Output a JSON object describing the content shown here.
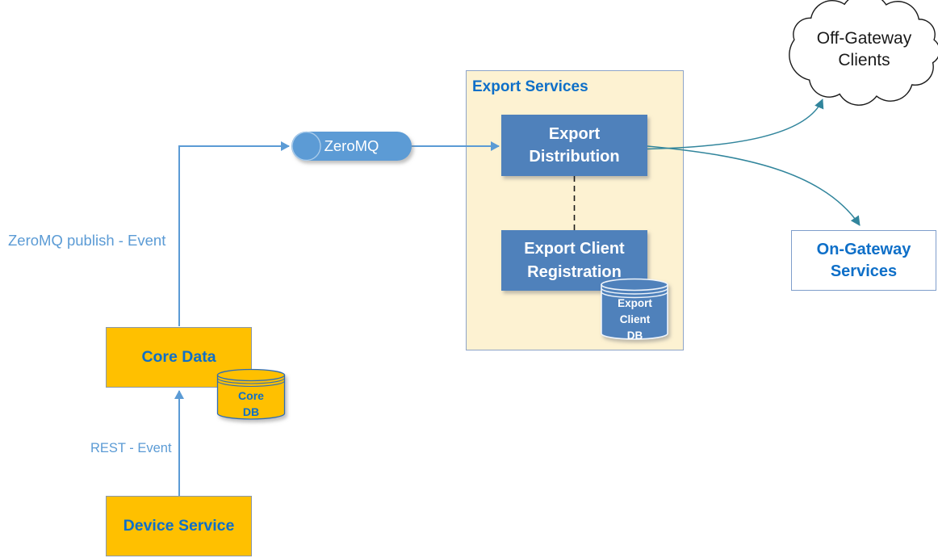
{
  "diagram": {
    "type": "architecture-diagram",
    "background": "#ffffff"
  },
  "colors": {
    "process_box_fill": "#4f81bb",
    "connector_blue": "#5b9bd5",
    "label_blue": "#0e6fc8",
    "yellow_fill": "#ffc000",
    "container_fill": "#fdf2d2",
    "container_border": "#8ea4c8",
    "teal_connector": "#31859c",
    "cloud_outline": "#1a1a1a",
    "box_text_white": "#ffffff"
  },
  "container": {
    "label": "Export Services"
  },
  "nodes": {
    "export_distribution": {
      "lines": [
        "Export",
        "Distribution"
      ]
    },
    "export_client_registration": {
      "lines": [
        "Export Client",
        "Registration"
      ]
    },
    "core_data": {
      "label": "Core Data"
    },
    "device_service": {
      "label": "Device Service"
    },
    "on_gateway_services": {
      "lines": [
        "On-Gateway",
        "Services"
      ]
    },
    "off_gateway_clients": {
      "lines": [
        "Off-Gateway",
        "Clients"
      ]
    },
    "zeromq_queue": {
      "label": "ZeroMQ"
    },
    "core_db": {
      "lines": [
        "Core",
        "DB"
      ]
    },
    "export_client_db": {
      "lines": [
        "Export",
        "Client",
        "DB"
      ]
    }
  },
  "edge_labels": {
    "zeromq_publish": "ZeroMQ publish - Event",
    "rest_event": "REST - Event"
  }
}
